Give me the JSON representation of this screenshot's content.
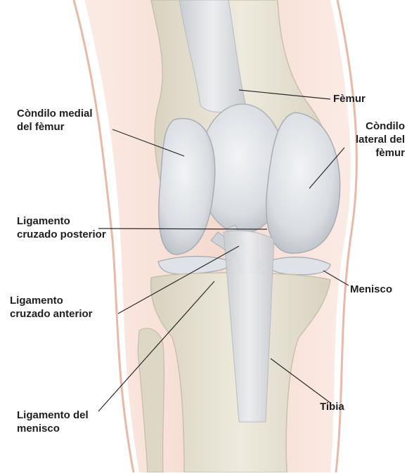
{
  "labels": {
    "femur": [
      "Fèmur"
    ],
    "condil_medial": [
      "Còndilo medial",
      "del fèmur"
    ],
    "condil_lateral": [
      "Còndilo",
      "lateral del",
      "fèmur"
    ],
    "lig_posterior": [
      "Ligamento",
      "cruzado posterior"
    ],
    "lig_anterior": [
      "Ligamento",
      "cruzado anterior"
    ],
    "menisco": [
      "Menisco"
    ],
    "tibia": [
      "Tibia"
    ],
    "lig_menisco": [
      "Ligamento del",
      "menisco"
    ]
  },
  "colors": {
    "bone": "#e8e3d4",
    "cartilage": "#d9dde2",
    "ligament": "#d3d6da",
    "soft_tissue": "#f1d2c6",
    "line": "#2a2a2a",
    "text": "#1e1e1e"
  }
}
